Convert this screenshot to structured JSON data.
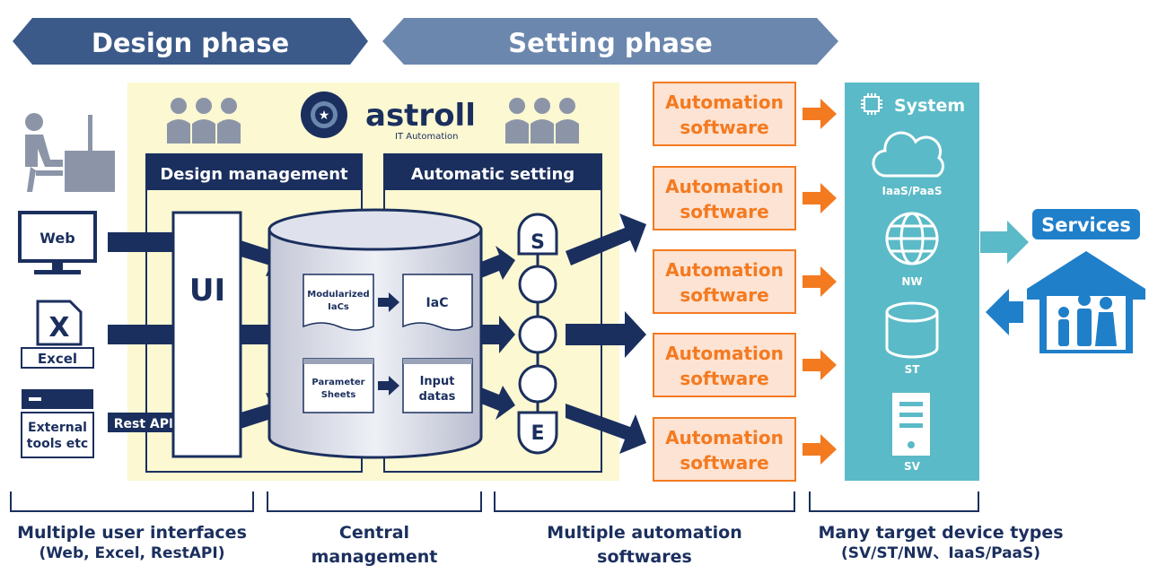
{
  "phases": {
    "design": "Design phase",
    "setting": "Setting phase"
  },
  "logo": {
    "name": "astroll",
    "tagline": "IT Automation"
  },
  "panels": {
    "design_management": "Design management",
    "automatic_setting": "Automatic setting"
  },
  "inputs": {
    "web": "Web",
    "excel": "Excel",
    "external_line1": "External",
    "external_line2": "tools etc",
    "rest_api": "Rest API"
  },
  "ui_label": "UI",
  "db": {
    "modularized_line1": "Modularized",
    "modularized_line2": "IaCs",
    "iac": "IaC",
    "parameter_line1": "Parameter",
    "parameter_line2": "Sheets",
    "input_line1": "Input",
    "input_line2": "datas"
  },
  "sequence": {
    "start": "S",
    "end": "E"
  },
  "automation": {
    "line1": "Automation",
    "line2": "software"
  },
  "system": {
    "title": "System",
    "iaas": "IaaS/PaaS",
    "nw": "NW",
    "st": "ST",
    "sv": "SV"
  },
  "services": "Services",
  "captions": {
    "c1_line1": "Multiple user interfaces",
    "c1_line2": "(Web, Excel, RestAPI)",
    "c2_line1": "Central",
    "c2_line2": "management",
    "c3_line1": "Multiple automation",
    "c3_line2": "softwares",
    "c4_line1": "Many target device types",
    "c4_line2": "(SV/ST/NW、IaaS/PaaS)"
  },
  "colors": {
    "navy": "#1b2f5e",
    "design_banner": "#3b5a89",
    "setting_banner": "#6b87ad",
    "panel_bg": "#fbf8d2",
    "orange": "#f47a20",
    "automation_bg": "#fde3d3",
    "teal": "#5bbac7",
    "services_blue": "#1f7fc9"
  }
}
